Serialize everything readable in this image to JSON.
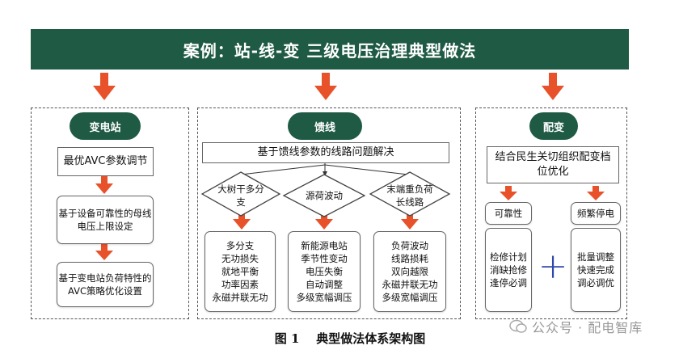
{
  "title": "案例：站-线-变 三级电压治理典型做法",
  "caption": "图 1    典型做法体系架构图",
  "watermark": "公众号 · 配电智库",
  "colors": {
    "accent": "#1f5a44",
    "arrow": "#e8522a",
    "plus": "#2e47a8"
  },
  "station": {
    "header": "变电站",
    "steps": [
      "最优AVC参数调节",
      "基于设备可靠性的母线\n电压上限设定",
      "基于变电站负荷特性的\nAVC策略优化设置"
    ]
  },
  "feeder": {
    "header": "馈线",
    "top": "基于馈线参数的线路问题解决",
    "branches": [
      {
        "label": "大树干多分\n支",
        "items": "多分支\n无功损失\n就地平衡\n功率因素\n永磁并联无功"
      },
      {
        "label": "源荷波动",
        "items": "新能源电站\n季节性变动\n电压失衡\n自动调整\n多级宽幅调压"
      },
      {
        "label": "末端重负荷\n长线路",
        "items": "负荷波动\n线路损耗\n双向越限\n永磁并联无功\n多级宽幅调压"
      }
    ]
  },
  "transformer": {
    "header": "配变",
    "top": "结合民生关切组织配变档\n位优化",
    "left": {
      "label": "可靠性",
      "items": "检修计划\n消缺抢修\n逢停必调"
    },
    "right": {
      "label": "频繁停电",
      "items": "批量调整\n快速完成\n调必调优"
    },
    "plus": "+"
  }
}
